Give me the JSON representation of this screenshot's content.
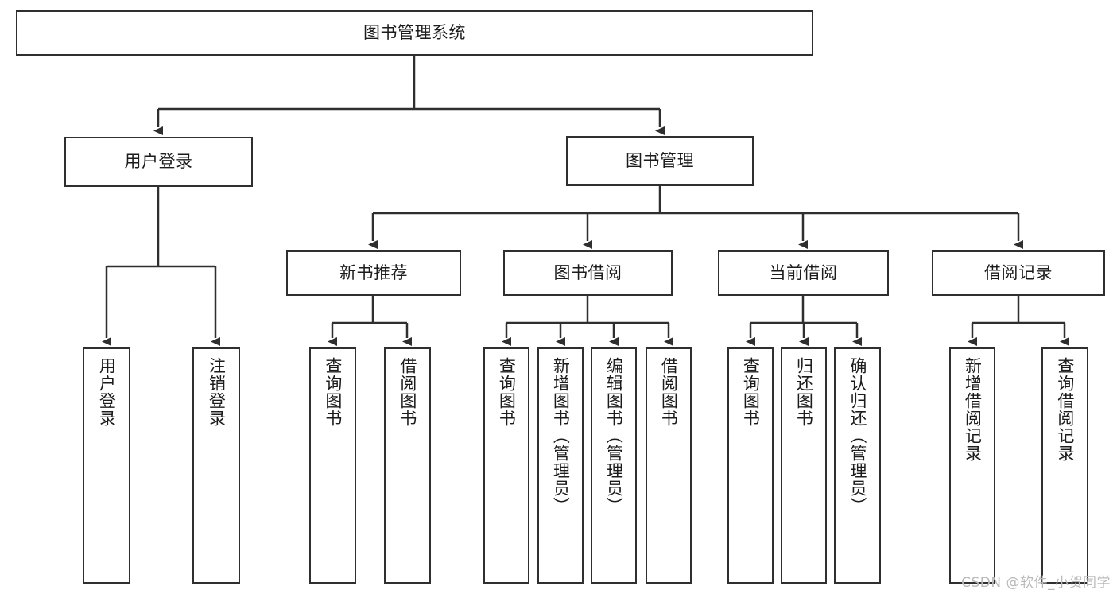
{
  "diagram": {
    "title": "图书管理系统",
    "type": "tree-hierarchy",
    "watermark": "CSDN @软件_小贺同学",
    "colors": {
      "stroke": "#2f2f2f",
      "fill": "#ffffff",
      "text": "#1c1c1c",
      "watermark": "#b9b9b9"
    },
    "root": {
      "label": "图书管理系统"
    },
    "level2": [
      {
        "label": "用户登录"
      },
      {
        "label": "图书管理"
      }
    ],
    "level3": [
      {
        "label": "新书推荐"
      },
      {
        "label": "图书借阅"
      },
      {
        "label": "当前借阅"
      },
      {
        "label": "借阅记录"
      }
    ],
    "leaves": {
      "user_login": [
        {
          "label": "用户登录"
        },
        {
          "label": "注销登录"
        }
      ],
      "new_book_recommend": [
        {
          "label": "查询图书"
        },
        {
          "label": "借阅图书"
        }
      ],
      "book_borrow": [
        {
          "label": "查询图书"
        },
        {
          "label": "新增图书（管理员）"
        },
        {
          "label": "编辑图书（管理员）"
        },
        {
          "label": "借阅图书"
        }
      ],
      "current_borrow": [
        {
          "label": "查询图书"
        },
        {
          "label": "归还图书"
        },
        {
          "label": "确认归还（管理员）"
        }
      ],
      "borrow_record": [
        {
          "label": "新增借阅记录"
        },
        {
          "label": "查询借阅记录"
        }
      ]
    }
  }
}
